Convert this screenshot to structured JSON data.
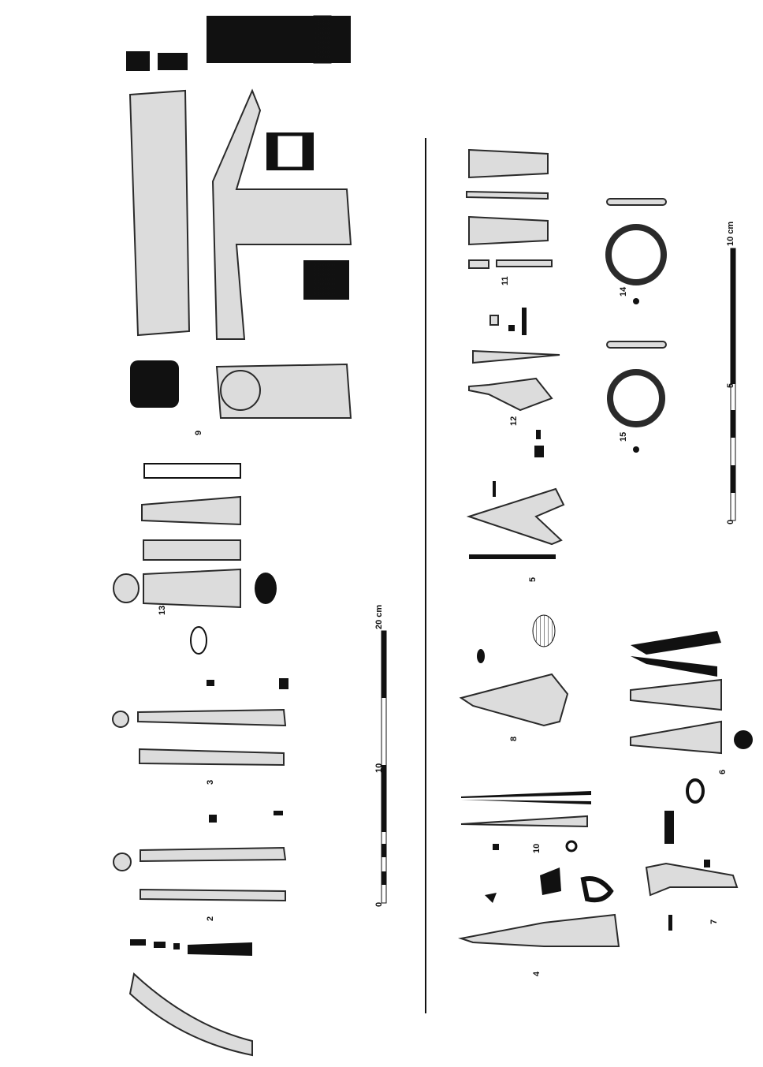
{
  "figure": {
    "labels": {
      "n9": "9",
      "n13": "13",
      "n3": "3",
      "n2": "2",
      "n4": "4",
      "n10": "10",
      "n8": "8",
      "n6": "6",
      "n7": "7",
      "n5": "5",
      "n12": "12",
      "n11": "11",
      "n14": "14",
      "n15": "15"
    },
    "scale_left": {
      "max": "20 cm",
      "mid": "10",
      "min": "0"
    },
    "scale_right": {
      "max": "10 cm",
      "mid": "5",
      "min": "0"
    }
  },
  "colors": {
    "ink": "#111111",
    "stipple": "#dcdcdc"
  }
}
